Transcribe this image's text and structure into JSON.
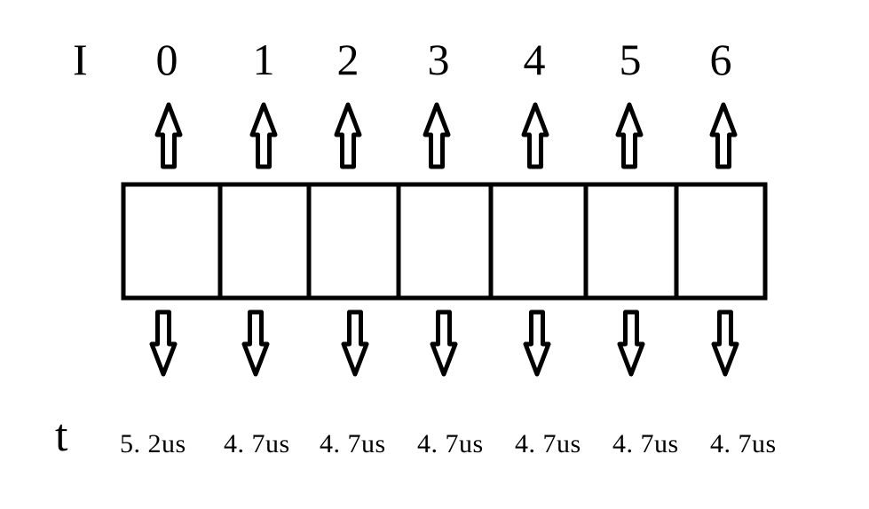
{
  "row_labels": {
    "index": "I",
    "time": "t"
  },
  "cells": [
    {
      "index": "0",
      "time": "5. 2us"
    },
    {
      "index": "1",
      "time": "4. 7us"
    },
    {
      "index": "2",
      "time": "4. 7us"
    },
    {
      "index": "3",
      "time": "4. 7us"
    },
    {
      "index": "4",
      "time": "4. 7us"
    },
    {
      "index": "5",
      "time": "4. 7us"
    },
    {
      "index": "6",
      "time": "4. 7us"
    }
  ],
  "icons": {
    "up": "arrow-up-outline-icon",
    "down": "arrow-down-outline-icon"
  },
  "colors": {
    "stroke": "#000000",
    "background": "#ffffff"
  }
}
